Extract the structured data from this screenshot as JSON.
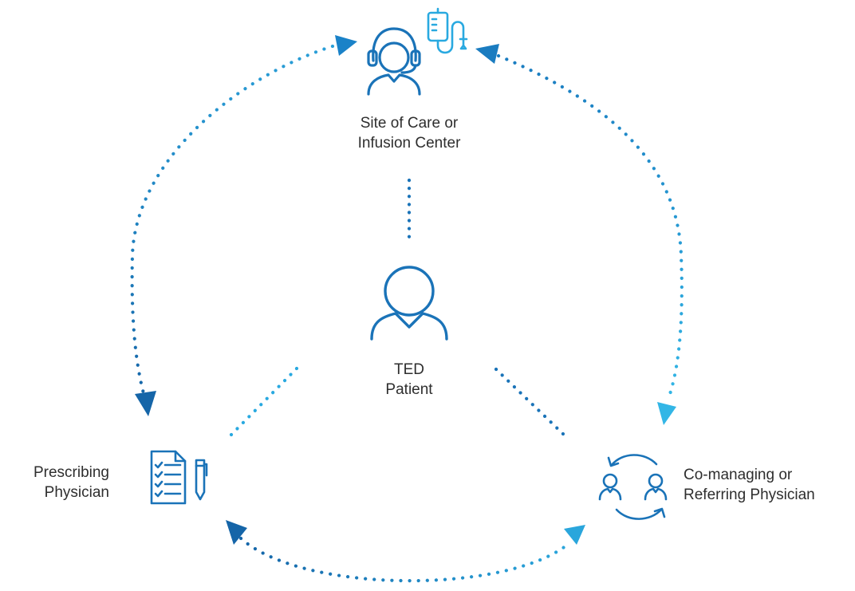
{
  "nodes": {
    "site_of_care": {
      "line1": "Site of Care or",
      "line2": "Infusion Center",
      "icon": "headset-agent-and-iv-bag-icon"
    },
    "patient": {
      "line1": "TED",
      "line2": "Patient",
      "icon": "person-icon"
    },
    "prescribing": {
      "line1": "Prescribing",
      "line2": "Physician",
      "icon": "clipboard-checklist-pen-icon"
    },
    "co_managing": {
      "line1": "Co-managing or",
      "line2": "Referring Physician",
      "icon": "people-exchange-icon"
    }
  },
  "colors": {
    "primary_blue": "#1a73b8",
    "light_blue": "#29a9e0",
    "label_text": "#2e2e2e"
  }
}
